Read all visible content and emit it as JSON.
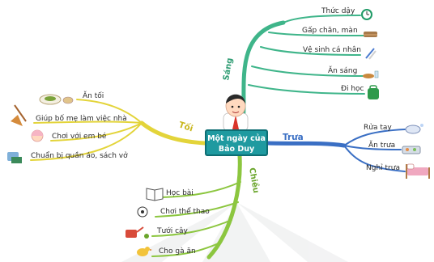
{
  "center": {
    "line1": "Một ngày của",
    "line2": "Bảo Duy"
  },
  "branches": {
    "morning": {
      "label": "Sáng",
      "color": "#3fb58a",
      "items": [
        "Thức dậy",
        "Gấp chăn, màn",
        "Vệ sinh cá nhân",
        "Ăn sáng",
        "Đi học"
      ]
    },
    "noon": {
      "label": "Trưa",
      "color": "#3a6fc4",
      "items": [
        "Rửa tay",
        "Ăn trưa",
        "Nghỉ trưa"
      ]
    },
    "evening": {
      "label": "Tối",
      "color": "#e3d43a",
      "items": [
        "Ăn tối",
        "Giúp bố mẹ làm việc nhà",
        "Chơi với em bé",
        "Chuẩn bị quần áo, sách vở"
      ]
    },
    "afternoon": {
      "label": "Chiều",
      "color": "#8cc63f",
      "items": [
        "Học bài",
        "Chơi thể thao",
        "Tưới cây",
        "Cho gà ăn"
      ]
    }
  },
  "icons": {
    "morning": [
      "alarm-clock-icon",
      "folded-blanket-icon",
      "toothbrush-icon",
      "breakfast-icon",
      "school-bag-icon"
    ],
    "noon": [
      "soap-icon",
      "lunch-tray-icon",
      "bed-icon"
    ],
    "evening": [
      "dinner-plate-icon",
      "broom-icon",
      "baby-icon",
      "clothes-books-icon"
    ],
    "afternoon": [
      "book-icon",
      "ball-icon",
      "watering-can-icon",
      "chicken-icon"
    ]
  }
}
